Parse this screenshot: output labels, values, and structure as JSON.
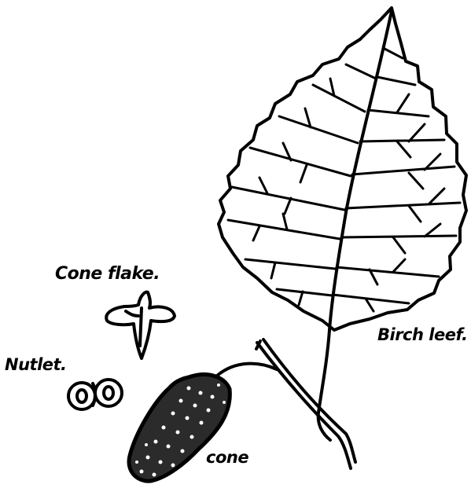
{
  "labels": {
    "cone_flake": "Cone flake.",
    "nutlet": "Nutlet.",
    "birch_leaf": "Birch leef.",
    "cone": "cone"
  }
}
